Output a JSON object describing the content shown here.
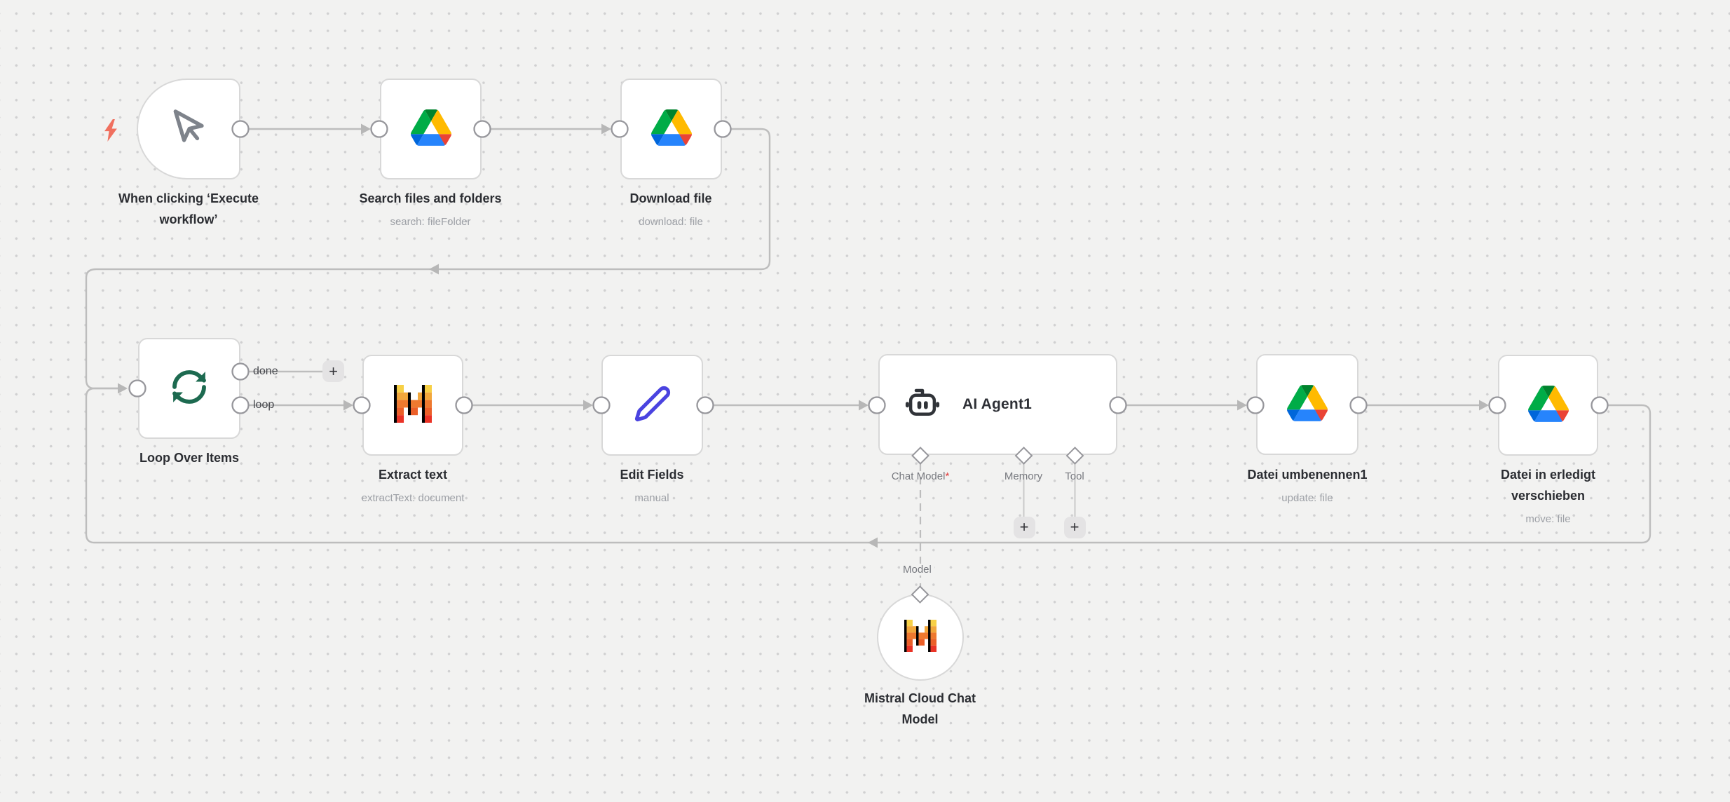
{
  "app": "n8n-workflow-canvas",
  "canvas": {
    "background": "#f2f2f1",
    "dot_color": "#d0d0d1",
    "edge_color": "#bdbdbd"
  },
  "workflow": {
    "trigger": {
      "title": "When clicking ‘Execute workflow’",
      "icon": "mouse-pointer-icon"
    },
    "search": {
      "title": "Search files and folders",
      "subtitle": "search: fileFolder",
      "icon": "google-drive-icon"
    },
    "download": {
      "title": "Download file",
      "subtitle": "download: file",
      "icon": "google-drive-icon"
    },
    "loop": {
      "title": "Loop Over Items",
      "icon": "loop-refresh-icon",
      "outputs": {
        "done": "done",
        "loop": "loop"
      }
    },
    "extract": {
      "title": "Extract text",
      "subtitle": "extractText: document",
      "icon": "mistral-icon"
    },
    "edit": {
      "title": "Edit Fields",
      "subtitle": "manual",
      "icon": "pencil-icon"
    },
    "agent": {
      "title": "AI Agent1",
      "icon": "robot-icon",
      "ports": {
        "chat_model": "Chat Model",
        "chat_model_required": "*",
        "memory": "Memory",
        "tool": "Tool"
      }
    },
    "rename": {
      "title": "Datei umbenennen1",
      "subtitle": "update: file",
      "icon": "google-drive-icon"
    },
    "move": {
      "title": "Datei in erledigt verschieben",
      "subtitle": "move: file",
      "icon": "google-drive-icon"
    },
    "model": {
      "title": "Mistral Cloud Chat Model",
      "port_label": "Model",
      "icon": "mistral-icon"
    },
    "plus_label": "+"
  },
  "colors": {
    "node_border": "#d8d8d8",
    "title_text": "#2b2d32",
    "subtitle_text": "#9da0a6",
    "edge": "#bdbdbd",
    "port_stroke": "#97979c",
    "trigger_bolt": "#f0705f",
    "loop_icon_green": "#1d6a50",
    "pencil_indigo": "#4a43e0",
    "robot_dark": "#303338",
    "mistral_yellow": "#f7d046",
    "mistral_amber": "#f2a73b",
    "mistral_orange": "#ee792f",
    "mistral_vermilion": "#eb5f28",
    "mistral_red": "#ea3326",
    "drive_green": "#00ac47",
    "drive_dark_green": "#00832d",
    "drive_yellow": "#ffba00",
    "drive_blue": "#2684fc",
    "drive_dark_blue": "#0066da",
    "drive_red": "#ea4335"
  }
}
